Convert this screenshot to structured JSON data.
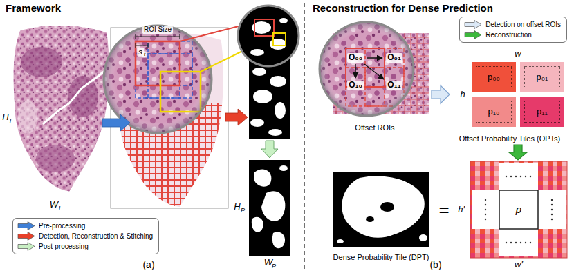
{
  "diagram": {
    "nodes": [
      {
        "text": [
          "Offset ROIs"
        ]
      },
      {
        "text": [
          "Offset Probability Tiles (OPTs)"
        ]
      },
      {
        "text": [
          "p₀₀"
        ],
        "in": 1
      },
      {
        "text": [
          "p₀₁"
        ],
        "in": 1
      },
      {
        "text": [
          "p₁₀"
        ],
        "in": 1
      },
      {
        "text": [
          "p₁₁"
        ],
        "in": 1
      },
      {
        "text": [
          "Dense Probability Tile (DPT)"
        ]
      },
      {
        "text": [
          "p"
        ]
      }
    ],
    "edges": [
      {
        "from": 0,
        "to": 1,
        "arrow": "to"
      },
      {
        "from": 1,
        "to": 7,
        "arrow": "to"
      }
    ],
    "labels": [
      "Framework",
      "H",
      "I",
      "ROI Size",
      "s",
      "t",
      "W",
      "I",
      "H",
      "P",
      "W",
      "P",
      "(a)",
      "Reconstruction for Dense Prediction",
      "O₀₀",
      "O₀₁",
      "O₁₀",
      "O₁₁",
      "w",
      "h",
      "=",
      "h′",
      "w′",
      "(b)"
    ],
    "legend": [
      {
        "text": "Pre-processing",
        "color": "#3f7fd6"
      },
      {
        "text": "Detection, Reconstruction & Stitching",
        "color": "#e8402a"
      },
      {
        "text": "Post-processing",
        "color": "#c9f0c4"
      },
      {
        "text": "Detection on offset ROIs",
        "color": "#dce9f7"
      },
      {
        "text": "Reconstruction",
        "color": "#3cb83c"
      }
    ]
  }
}
